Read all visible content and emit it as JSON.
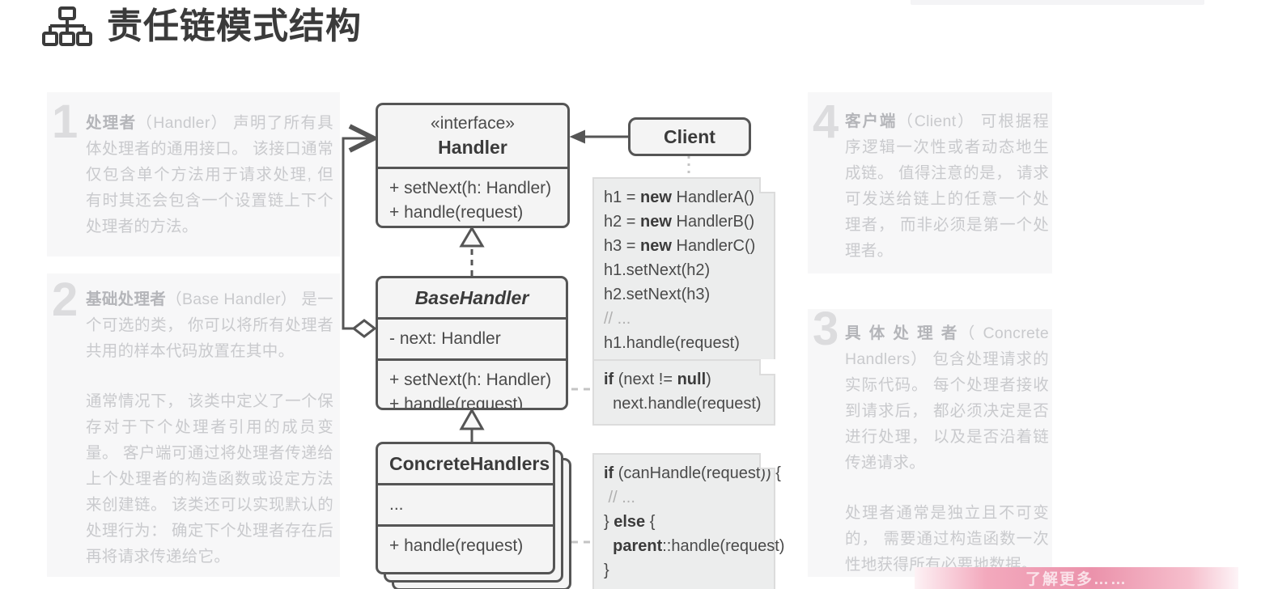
{
  "header": {
    "title": "责任链模式结构",
    "icon": "org-chart-icon"
  },
  "cards": {
    "handler": {
      "number": "1",
      "term": "处理者",
      "en": "（Handler）",
      "text": " 声明了所有具体处理者的通用接口。 该接口通常仅包含单个方法用于请求处理, 但有时其还会包含一个设置链上下个处理者的方法。"
    },
    "base_handler": {
      "number": "2",
      "term": "基础处理者",
      "en": "（Base Handler）",
      "text": " 是一个可选的类， 你可以将所有处理者共用的样本代码放置在其中。",
      "text2": "通常情况下， 该类中定义了一个保存对于下个处理者引用的成员变量。 客户端可通过将处理者传递给上个处理者的构造函数或设定方法来创建链。 该类还可以实现默认的处理行为： 确定下个处理者存在后再将请求传递给它。"
    },
    "concrete_handlers": {
      "number": "3",
      "term": "具 体 处 理 者",
      "en": "（ Concrete Handlers）",
      "text": " 包含处理请求的实际代码。 每个处理者接收到请求后， 都必须决定是否进行处理， 以及是否沿着链传递请求。",
      "text2": "处理者通常是独立且不可变的， 需要通过构造函数一次性地获得所有必要地数据。"
    },
    "client": {
      "number": "4",
      "term": "客户端",
      "en": "（Client）",
      "text": " 可根据程序逻辑一次性或者动态地生成链。 值得注意的是， 请求可发送给链上的任意一个处理者， 而非必须是第一个处理者。"
    }
  },
  "diagram": {
    "handler_box": {
      "stereotype": "«interface»",
      "name": "Handler",
      "methods": [
        "+ setNext(h: Handler)",
        "+ handle(request)"
      ]
    },
    "base_box": {
      "name": "BaseHandler",
      "fields": [
        "- next: Handler"
      ],
      "methods": [
        "+ setNext(h: Handler)",
        "+ handle(request)"
      ]
    },
    "concrete_box": {
      "name": "ConcreteHandlers",
      "fields": [
        "..."
      ],
      "methods": [
        "+ handle(request)"
      ]
    },
    "client_box": {
      "name": "Client"
    },
    "note_client": {
      "lines": [
        {
          "pre": "h1 = ",
          "kw": "new",
          "post": " HandlerA()"
        },
        {
          "pre": "h2 = ",
          "kw": "new",
          "post": " HandlerB()"
        },
        {
          "pre": "h3 = ",
          "kw": "new",
          "post": " HandlerC()"
        },
        {
          "pre": "h1.setNext(h2)",
          "kw": "",
          "post": ""
        },
        {
          "pre": "h2.setNext(h3)",
          "kw": "",
          "post": ""
        },
        {
          "pre": "",
          "kw": "",
          "post": "",
          "comment": "// ..."
        },
        {
          "pre": "h1.handle(request)",
          "kw": "",
          "post": ""
        }
      ]
    },
    "note_base": {
      "lines": [
        {
          "pre": "",
          "kw": "if",
          "post": " (next != ",
          "kw2": "null",
          "post2": ")"
        },
        {
          "pre": "  next.handle(request)",
          "kw": "",
          "post": ""
        }
      ]
    },
    "note_concrete": {
      "lines": [
        {
          "pre": "",
          "kw": "if",
          "post": " (canHandle(request)) {"
        },
        {
          "pre": "",
          "kw": "",
          "post": "",
          "comment": " // ..."
        },
        {
          "pre": "} ",
          "kw": "else",
          "post": " {"
        },
        {
          "pre": "  ",
          "kw": "parent",
          "post": "::handle(request)"
        },
        {
          "pre": "}",
          "kw": "",
          "post": ""
        }
      ]
    }
  },
  "banner": {
    "text": "了解更多……"
  },
  "colors": {
    "title": "#3b3b3b",
    "card_bg": "#f7f7f8",
    "card_text": "#c9cacd",
    "card_number": "#dcdcde",
    "uml_border": "#555555",
    "uml_fill": "#f4f4f4",
    "note_bg": "#eceded",
    "banner_pink": "#eb92ab"
  }
}
